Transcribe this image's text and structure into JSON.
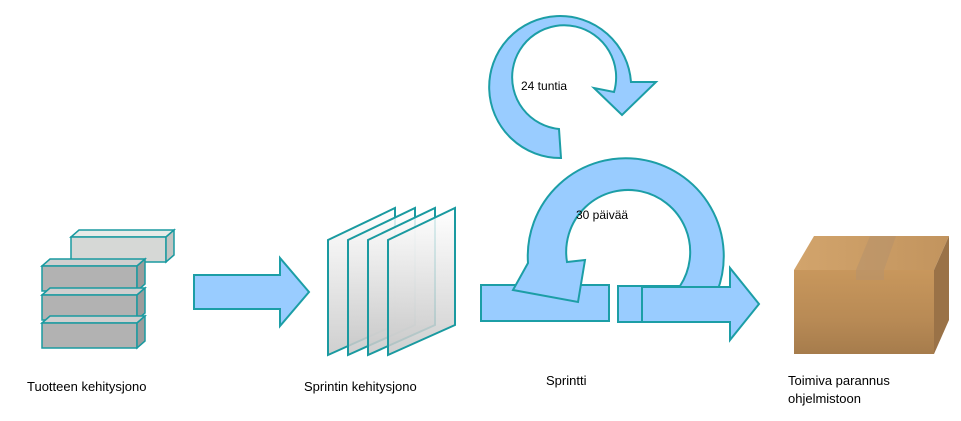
{
  "labels": {
    "backlog": "Tuotteen kehitysjono",
    "sprint_backlog": "Sprintin kehitysjono",
    "sprint": "Sprintti",
    "increment_line1": "Toimiva parannus",
    "increment_line2": "ohjelmistoon",
    "daily_cycle": "24 tuntia",
    "sprint_cycle": "30 päivää"
  },
  "colors": {
    "arrow_fill": "#99ccff",
    "arrow_stroke": "#1c9ea6",
    "block_fill": "#b4b4b4",
    "block_stroke": "#1a9aa0",
    "box_fill": "#c4955e"
  }
}
